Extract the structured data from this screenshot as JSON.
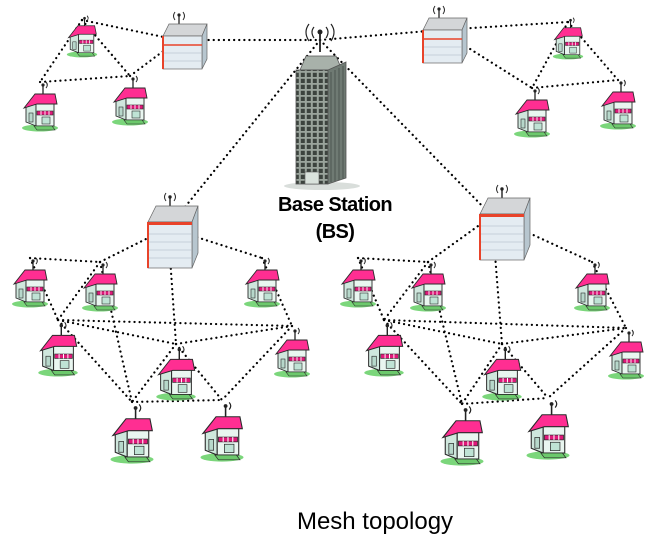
{
  "base_station": {
    "label": "Base Station",
    "abbreviation": "(BS)"
  },
  "caption": "Mesh topology",
  "colors": {
    "link": "#000000",
    "house_wall": "#e9f6f0",
    "house_roof": "#ff2e92",
    "house_awning": "#e0187a",
    "house_lawn": "#7bd67b",
    "router_side": "#e4ecf2",
    "router_stripe": "#e8432a",
    "tower_wall": "#8f9a92"
  },
  "icons": {
    "base_station": "office-tower-with-antenna",
    "mesh_router": "stacked-router-with-antenna",
    "subscriber": "house-with-antenna"
  }
}
